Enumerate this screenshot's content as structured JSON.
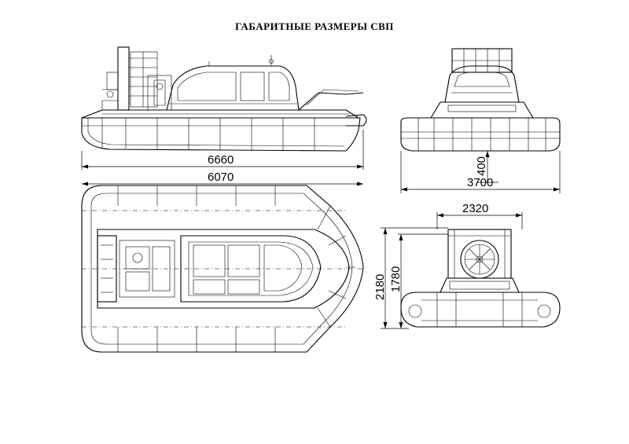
{
  "title": "ГАБАРИТНЫЕ РАЗМЕРЫ СВП",
  "dimensions": {
    "overall_length": "6660",
    "hull_length": "6070",
    "overall_width": "3700",
    "ground_clearance": "400",
    "hull_width": "2320",
    "overall_height": "2180",
    "hull_height": "1780"
  }
}
